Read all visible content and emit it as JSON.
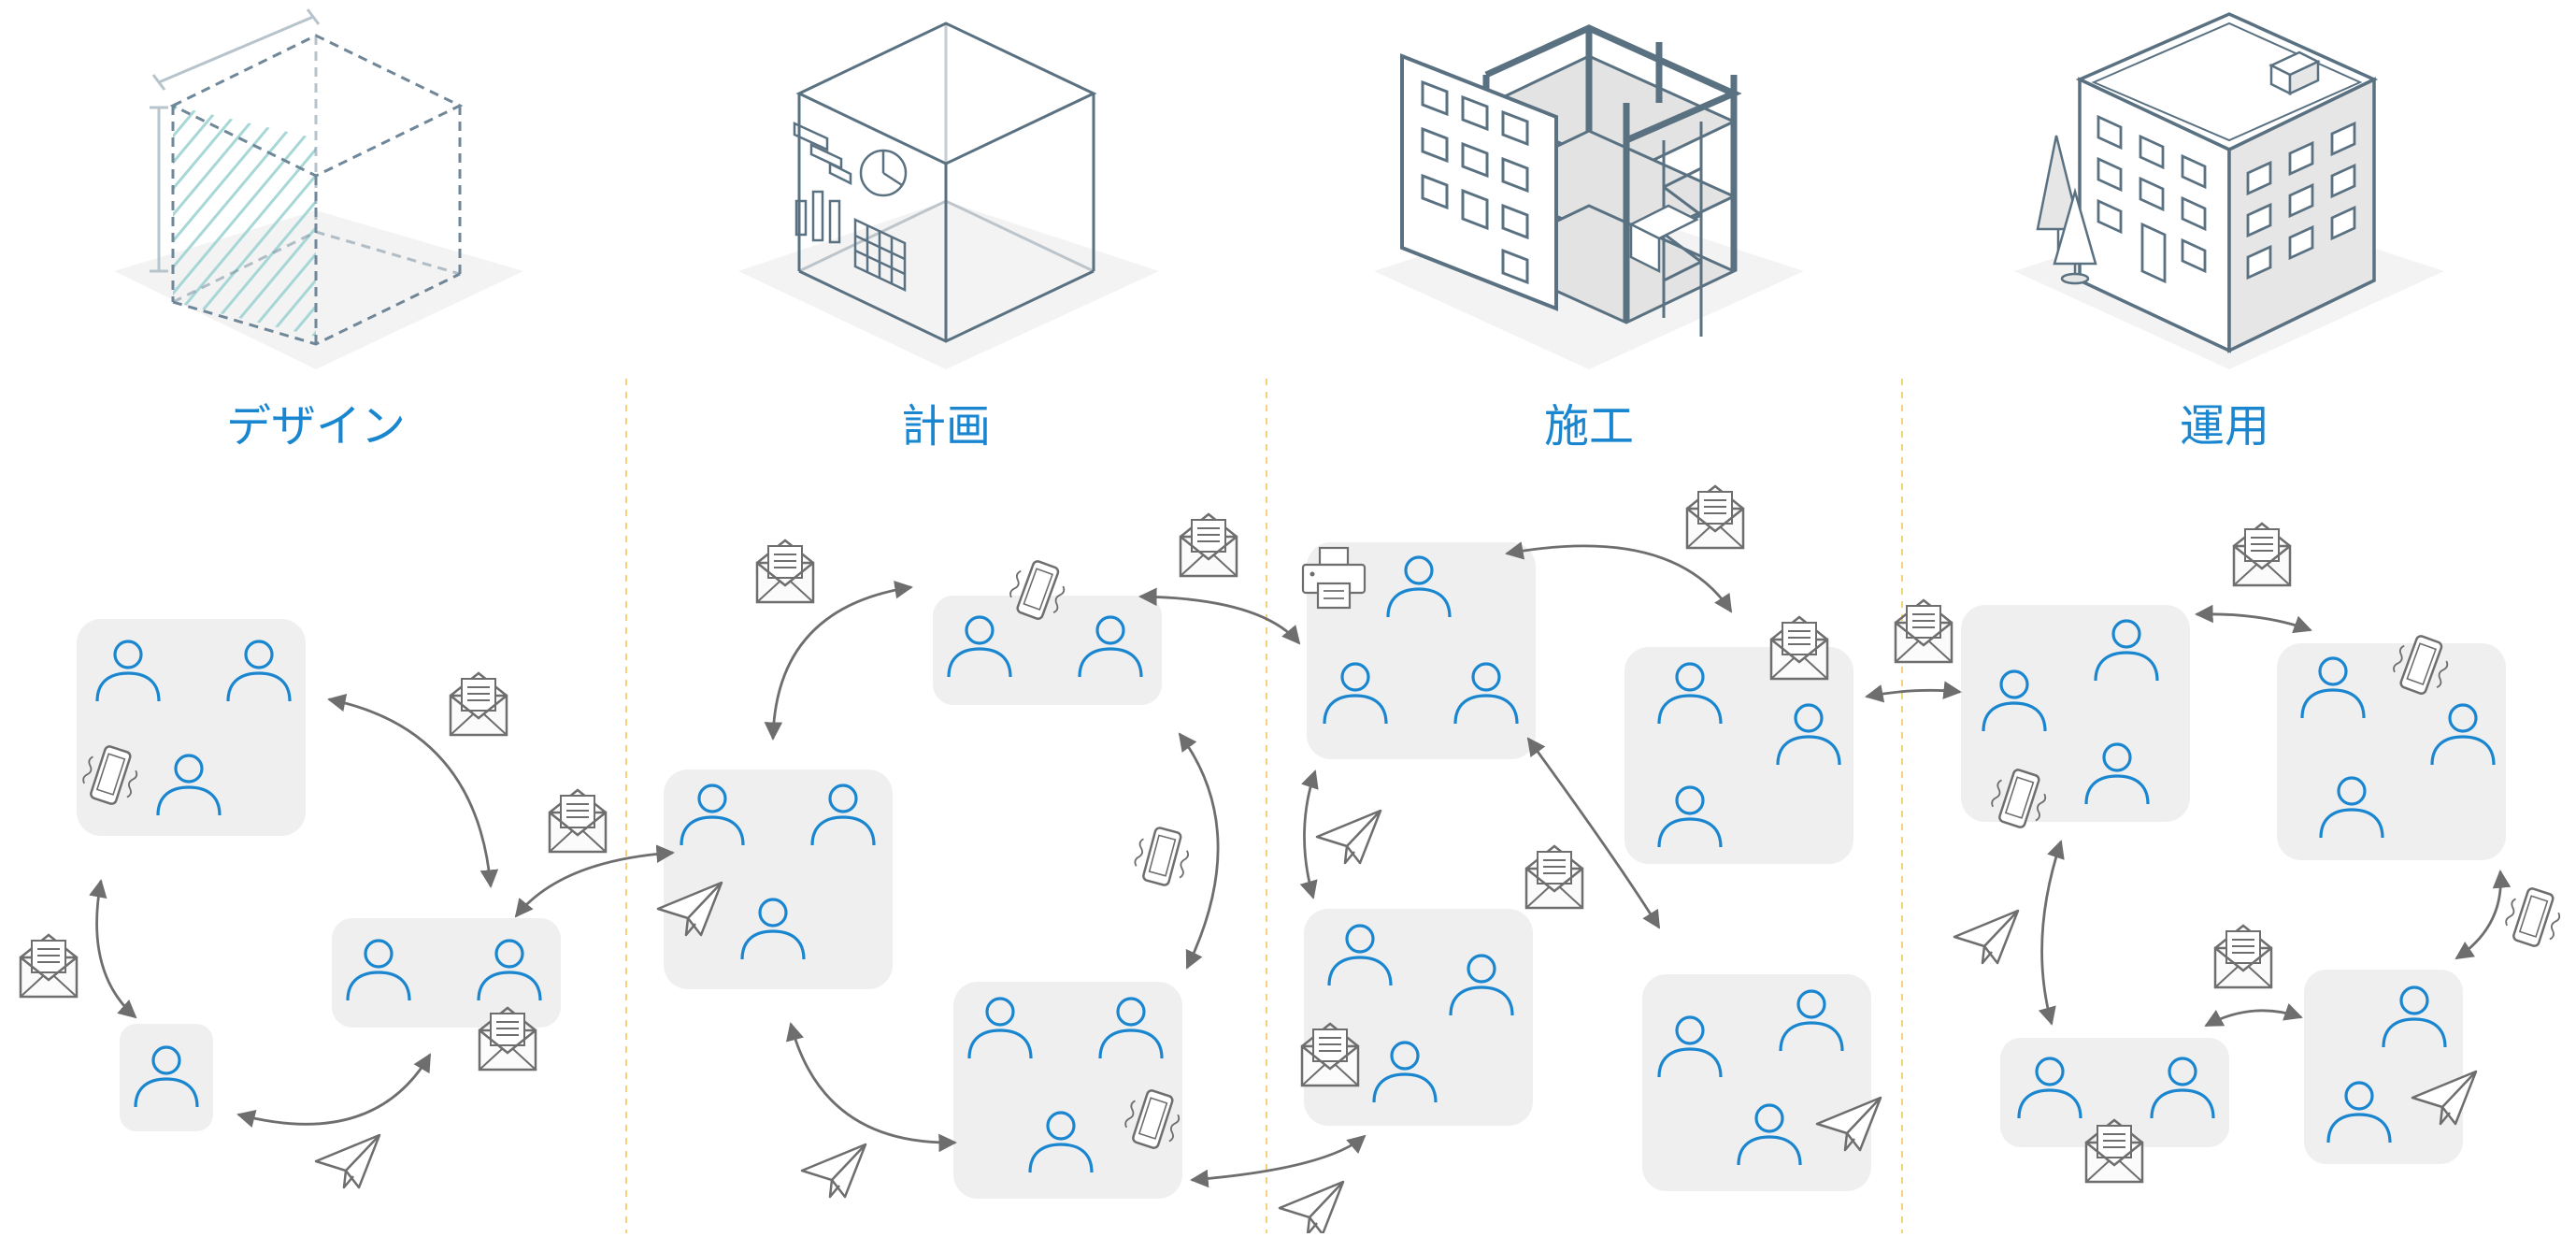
{
  "phases": [
    {
      "label": "デザイン"
    },
    {
      "label": "計画"
    },
    {
      "label": "施工"
    },
    {
      "label": "運用"
    }
  ],
  "colors": {
    "accent": "#1a86d0",
    "outline": "#5a7182",
    "group_fill": "#efefef",
    "connector": "#6e6e6e",
    "divider": "#f5d27a",
    "ground": "#f3f3f3",
    "hatch": "#9ed3d3"
  },
  "icons": [
    "person-icon",
    "envelope-icon",
    "mobile-phone-icon",
    "paper-plane-icon",
    "printer-icon"
  ]
}
